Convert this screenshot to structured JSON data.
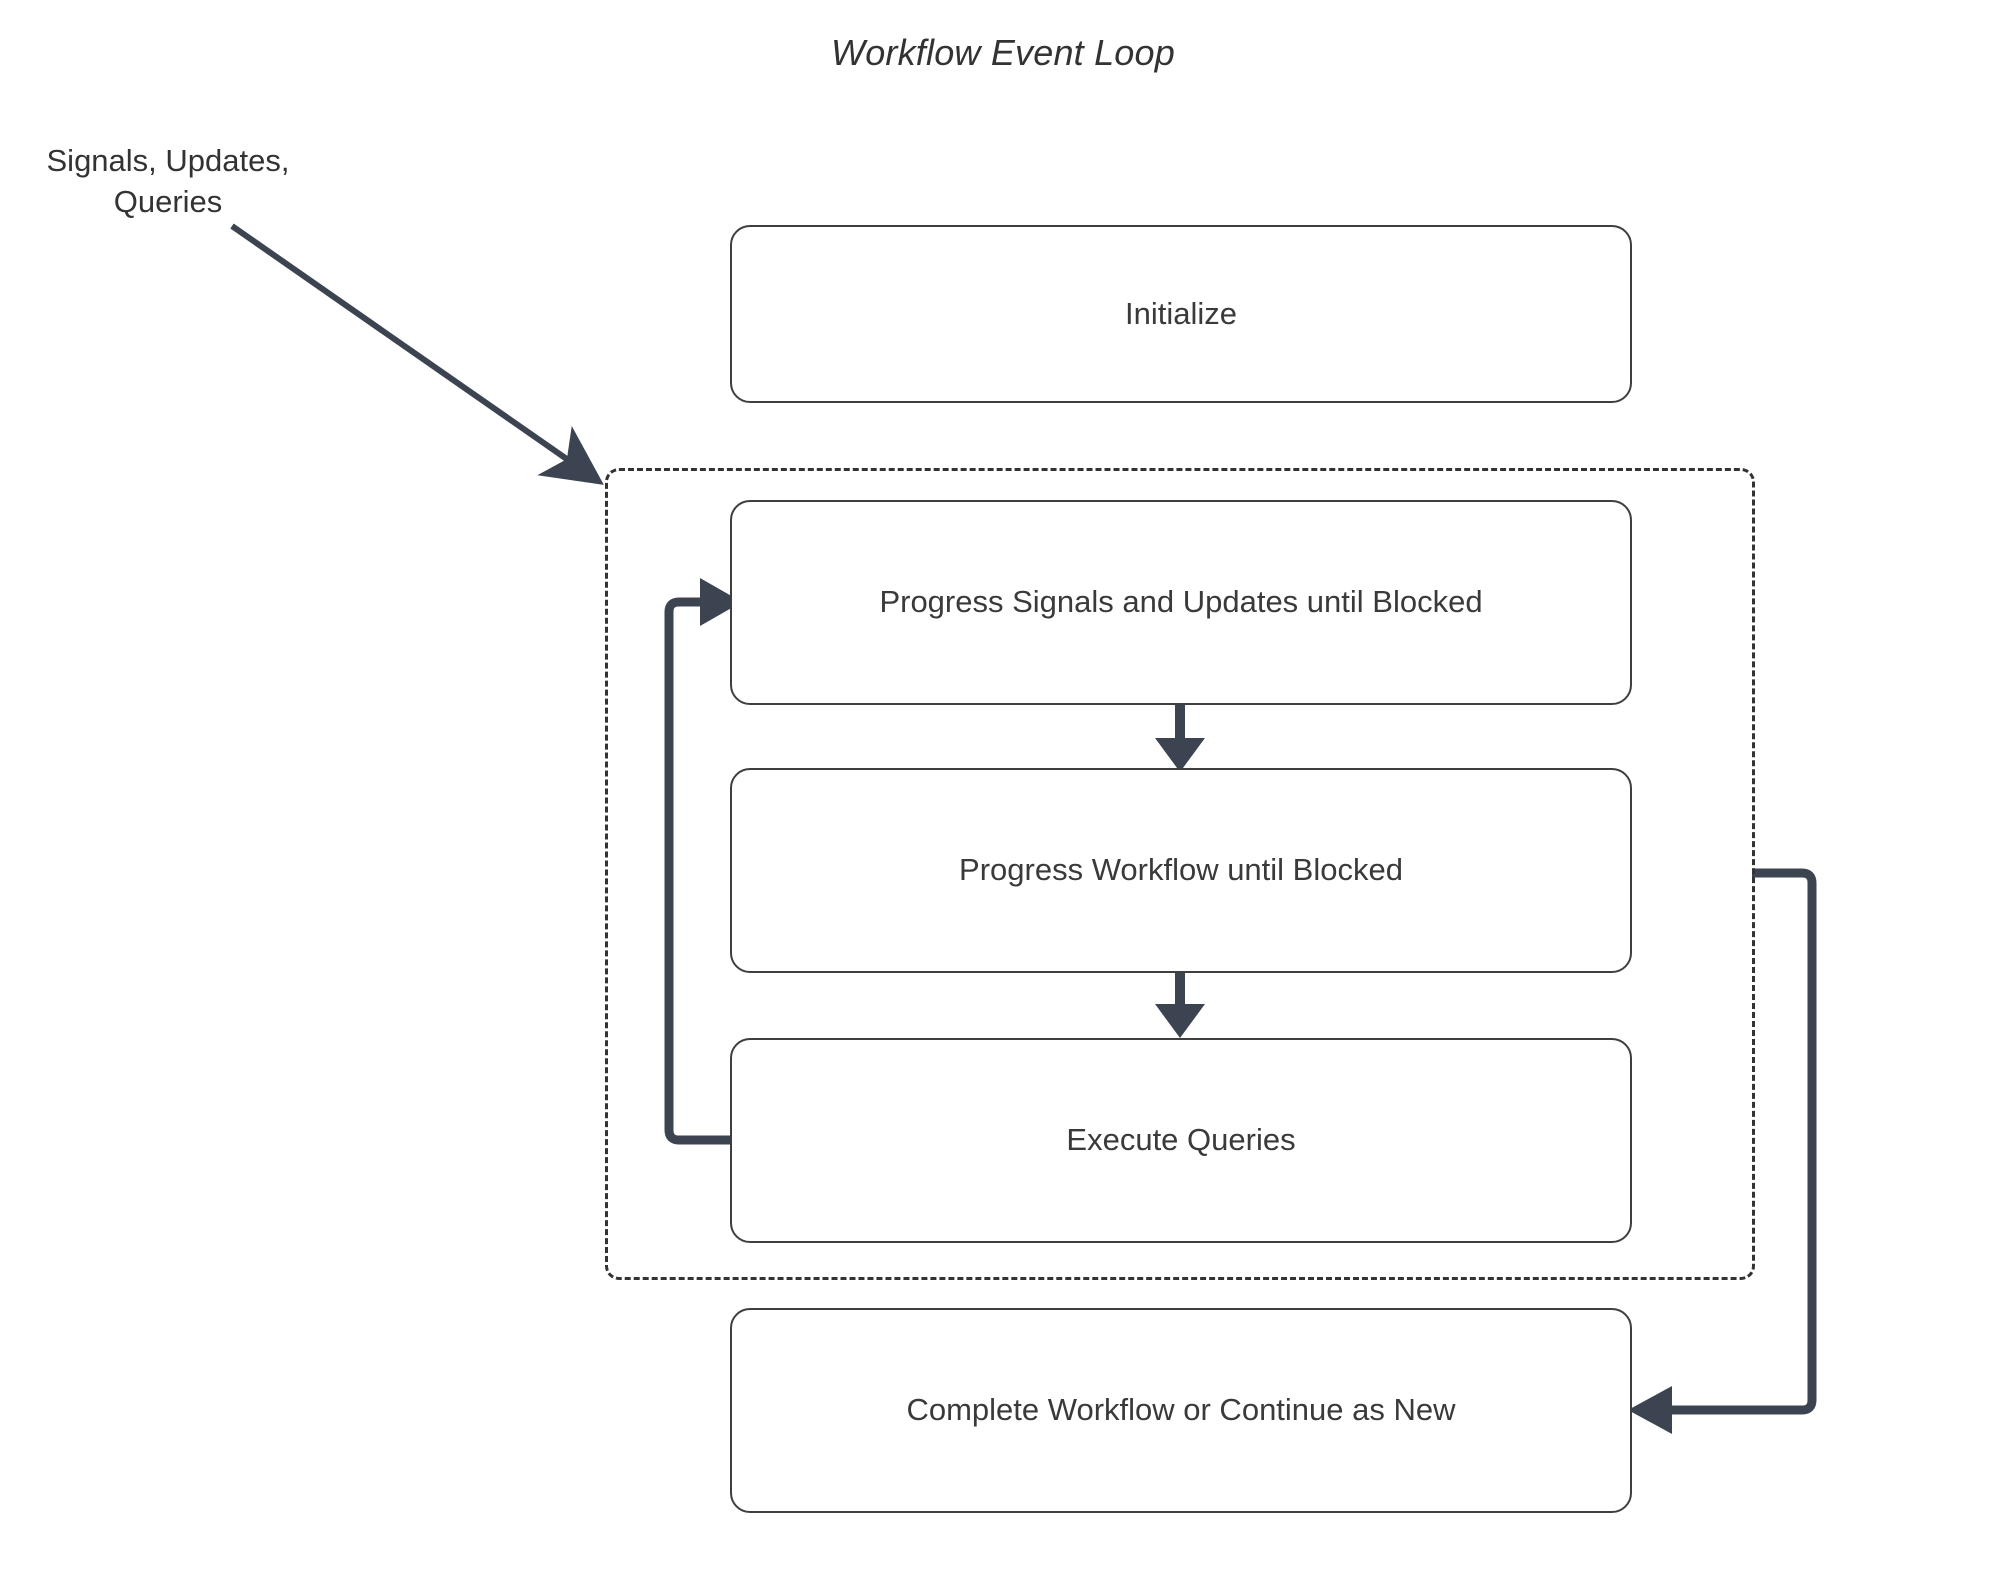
{
  "diagram": {
    "title": "Workflow Event Loop",
    "type": "flowchart",
    "colors": {
      "edge": "#3d4451",
      "node_border": "#3f3f3f",
      "node_fill": "#ffffff",
      "text": "#333333",
      "container_border": "#333333",
      "background": "#ffffff"
    },
    "external_labels": [
      {
        "id": "inbound-label",
        "text": "Signals, Updates,\nQueries"
      }
    ],
    "container": {
      "id": "event-loop-container",
      "style": "dashed",
      "label": ""
    },
    "nodes": [
      {
        "id": "initialize",
        "label": "Initialize"
      },
      {
        "id": "progress-signals",
        "label": "Progress Signals and Updates until Blocked"
      },
      {
        "id": "progress-workflow",
        "label": "Progress Workflow until Blocked"
      },
      {
        "id": "execute-queries",
        "label": "Execute Queries"
      },
      {
        "id": "complete-workflow",
        "label": "Complete Workflow or Continue as New"
      }
    ],
    "edges": [
      {
        "id": "inbound-edge",
        "from": "inbound-label",
        "to": "event-loop-container",
        "label": "",
        "style": "solid-thin-arrow"
      },
      {
        "id": "signals-to-workflow",
        "from": "progress-signals",
        "to": "progress-workflow",
        "label": "",
        "style": "solid-arrow"
      },
      {
        "id": "workflow-to-queries",
        "from": "progress-workflow",
        "to": "execute-queries",
        "label": "",
        "style": "solid-arrow"
      },
      {
        "id": "queries-to-signals",
        "from": "execute-queries",
        "to": "progress-signals",
        "label": "",
        "style": "loop-back-arrow"
      },
      {
        "id": "loop-to-complete",
        "from": "event-loop-container",
        "to": "complete-workflow",
        "label": "",
        "style": "solid-arrow"
      }
    ]
  }
}
